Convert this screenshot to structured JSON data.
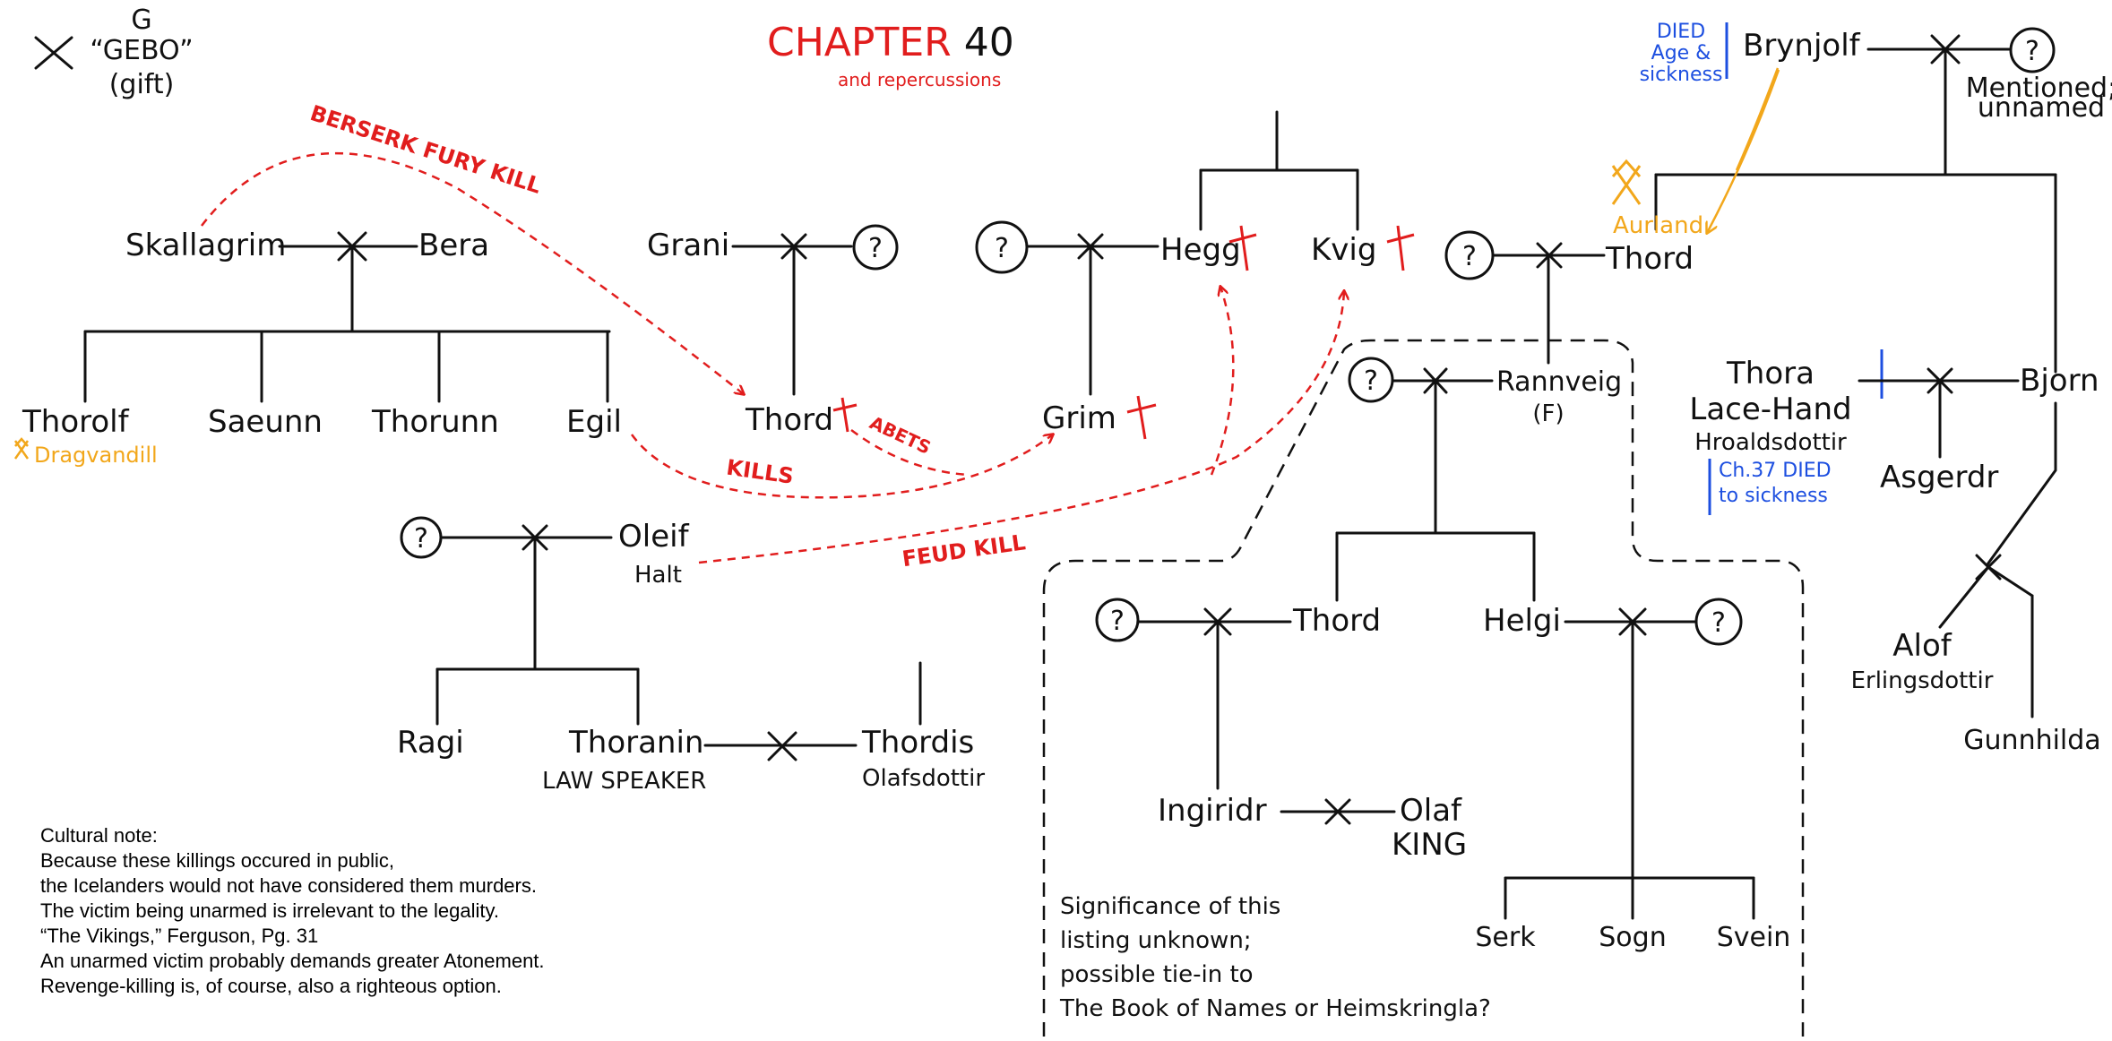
{
  "header": {
    "chapter_title": "CHAPTER 40",
    "chapter_subtitle": "and repercussions"
  },
  "legend": {
    "rune_letter": "G",
    "rune_name": "“GEBO”",
    "rune_meaning": "(gift)"
  },
  "unknown_marker": "?",
  "people": {
    "skallagrim": "Skallagrim",
    "bera": "Bera",
    "thorolf": "Thorolf",
    "thorolf_note": "Dragvandill",
    "saeunn": "Saeunn",
    "thorunn": "Thorunn",
    "egil": "Egil",
    "grani": "Grani",
    "thord_grani": "Thord",
    "hegg": "Hegg",
    "kvig": "Kvig",
    "grim": "Grim",
    "thord_aurland": "Thord",
    "aurland": "Aurland",
    "brynjolf": "Brynjolf",
    "brynjolf_wife_note": "Mentioned; unnamed",
    "brynjolf_wife_note_1": "Mentioned;",
    "brynjolf_wife_note_2": "unnamed",
    "rannveig": "Rannveig",
    "rannveig_note": "(F)",
    "thora": "Thora",
    "thora_2": "Lace-Hand",
    "thora_3": "Hroaldsdottir",
    "bjorn": "Bjorn",
    "asgerdr": "Asgerdr",
    "alof": "Alof",
    "alof_2": "Erlingsdottir",
    "gunnhilda": "Gunnhilda",
    "oleif": "Oleif",
    "oleif_2": "Halt",
    "ragi": "Ragi",
    "thoranin": "Thoranin",
    "thoranin_2": "LAW SPEAKER",
    "thordis": "Thordis",
    "thordis_2": "Olafsdottir",
    "thord_r": "Thord",
    "helgi": "Helgi",
    "ingiridr": "Ingiridr",
    "olaf": "Olaf",
    "olaf_2": "KING",
    "serk": "Serk",
    "sogn": "Sogn",
    "svein": "Svein"
  },
  "death_notes": {
    "brynjolf_1": "DIED",
    "brynjolf_2": "Age &",
    "brynjolf_3": "sickness",
    "thora_1": "Ch.37 DIED",
    "thora_2": "to sickness"
  },
  "relations": {
    "berserk": "BERSERK FURY KILL",
    "kills": "KILLS",
    "abets": "ABETS",
    "feud": "FEUD KILL"
  },
  "significance_note": [
    "Significance of this",
    "listing unknown;",
    "possible tie-in to",
    "The Book of Names or Heimskringla?"
  ],
  "cultural_note": [
    "Cultural note:",
    "Because these killings occured in public,",
    "the Icelanders would not have considered them murders.",
    "The victim being unarmed is irrelevant to the legality.",
    "“The Vikings,” Ferguson, Pg. 31",
    "An unarmed victim probably demands greater Atonement.",
    "Revenge-killing is, of course, also a righteous option."
  ],
  "colors": {
    "kill_red": "#e11d1d",
    "death_blue": "#1d4fe0",
    "estate_orange": "#f2a71b",
    "ink": "#111111"
  }
}
